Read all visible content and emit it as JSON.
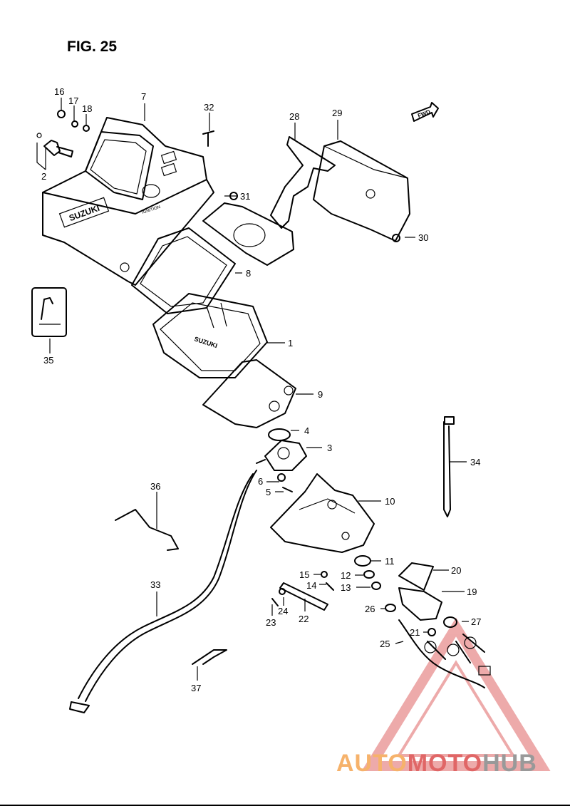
{
  "figure": {
    "title": "FIG. 25"
  },
  "callouts": [
    "1",
    "2",
    "3",
    "4",
    "5",
    "6",
    "7",
    "8",
    "9",
    "10",
    "11",
    "12",
    "13",
    "14",
    "15",
    "16",
    "17",
    "18",
    "19",
    "20",
    "21",
    "22",
    "23",
    "24",
    "25",
    "26",
    "27",
    "28",
    "29",
    "30",
    "31",
    "32",
    "33",
    "34",
    "35",
    "36",
    "37"
  ],
  "labels": {
    "brand_on_case": "SUZUKI",
    "brand_on_meter": "SUZUKI",
    "ignition_text": "IGNITION",
    "fwd_arrow": "FWD"
  },
  "watermark": {
    "part1": "AUTO",
    "part2": "MOTO",
    "part3": "HUB",
    "color_orange": "#f6b26b",
    "color_red": "#e06666",
    "color_gray": "#999999"
  }
}
